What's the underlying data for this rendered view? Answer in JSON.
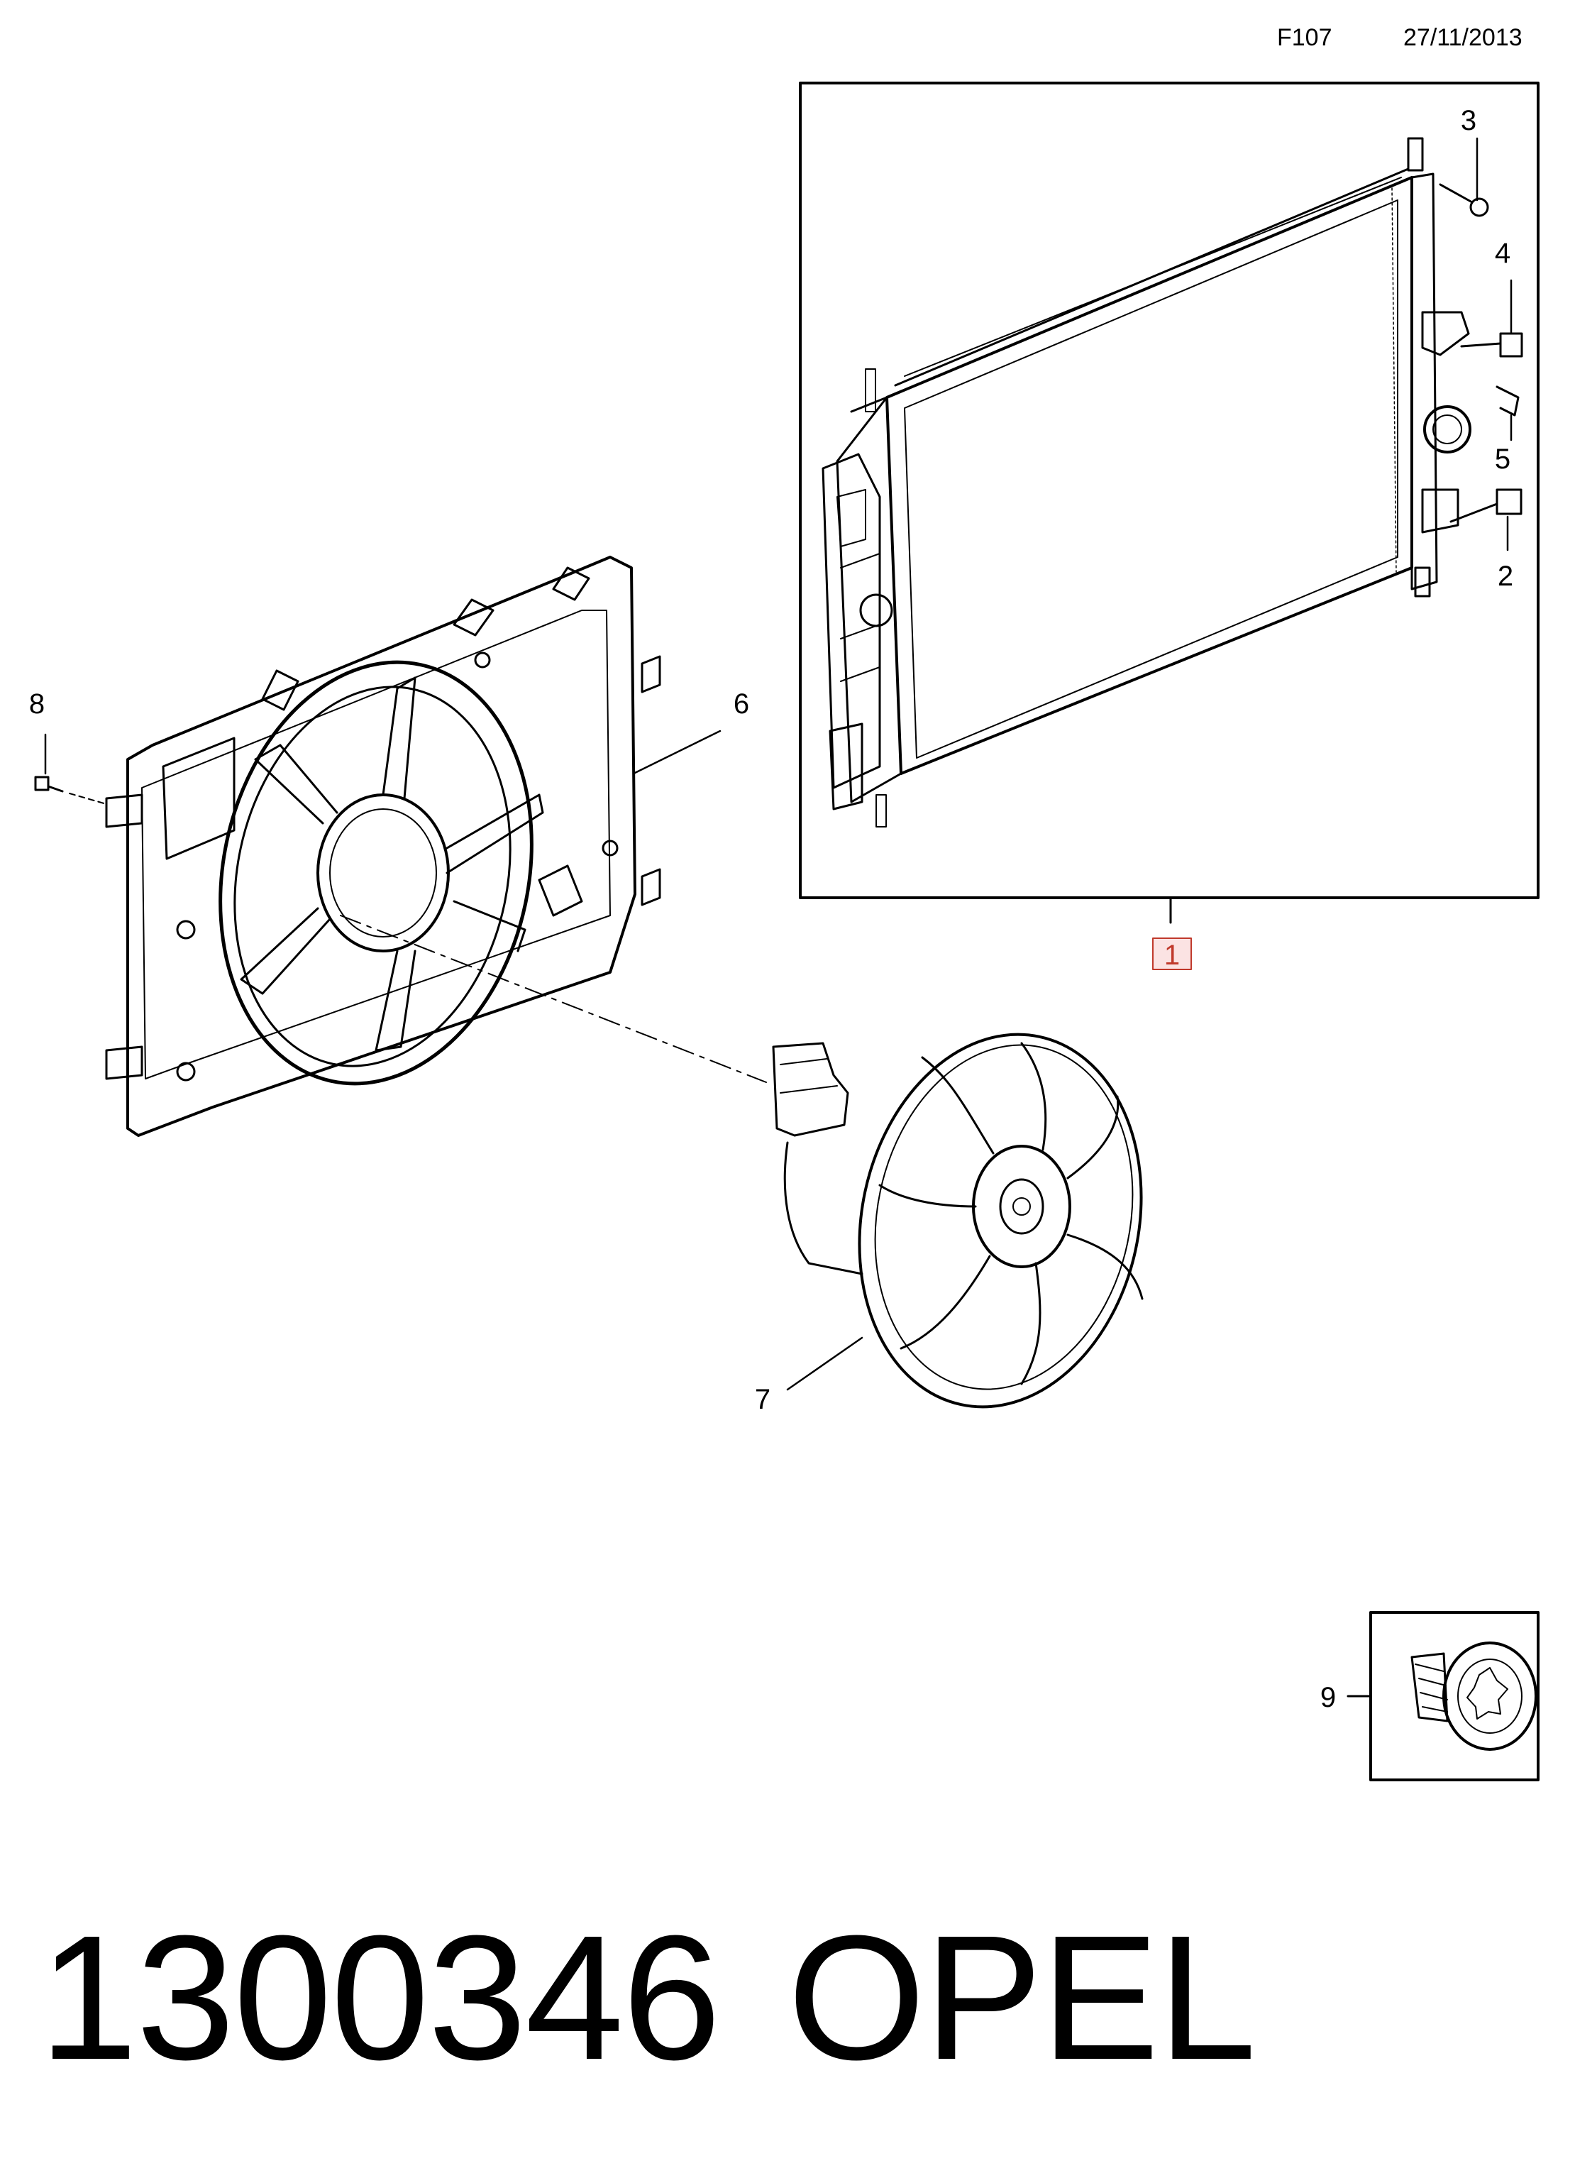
{
  "header": {
    "code": "F107",
    "date": "27/11/2013"
  },
  "callouts": {
    "c1": "1",
    "c2": "2",
    "c3": "3",
    "c4": "4",
    "c5": "5",
    "c6": "6",
    "c7": "7",
    "c8": "8",
    "c9": "9"
  },
  "footer": {
    "part_number": "1300346",
    "brand": "OPEL"
  },
  "colors": {
    "highlight": "#c0392b",
    "line": "#000000"
  }
}
